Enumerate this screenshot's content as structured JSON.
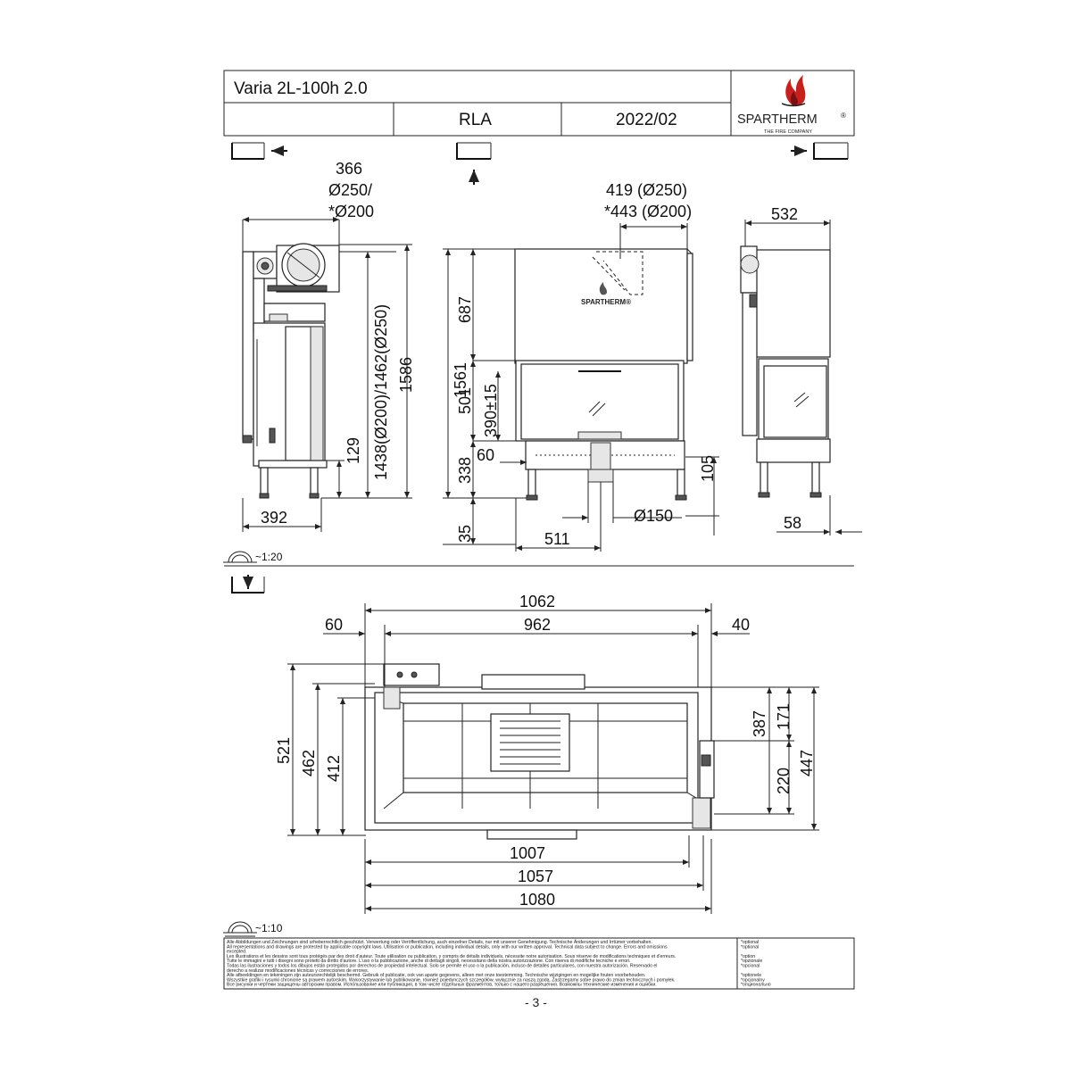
{
  "header": {
    "model": "Varia 2L-100h 2.0",
    "variant": "RLA",
    "date": "2022/02",
    "brand": "SPARTHERM",
    "brand_mark": "®",
    "tagline": "THE FIRE COMPANY"
  },
  "views": {
    "left_side": {
      "top_dim_1": "366",
      "top_dim_2": "Ø250/",
      "top_dim_3": "*Ø200",
      "vertical_flue": "1438(Ø200)/1462(Ø250)",
      "vertical_total": "1586",
      "vertical_small": "129",
      "bottom_width": "392"
    },
    "front": {
      "top_dim_1": "419 (Ø250)",
      "top_dim_2": "*443 (Ø200)",
      "h_687": "687",
      "h_1561": "1561",
      "h_501": "501",
      "h_390": "390±15",
      "h_338": "338",
      "h_60": "60",
      "h_35": "35",
      "h_105": "105",
      "w_511": "511",
      "d_150": "Ø150",
      "stamp": "SPARTHERM®"
    },
    "right_side": {
      "top_width": "532",
      "bottom_58": "58"
    },
    "scale_1": "~1:20",
    "plan": {
      "w_1062": "1062",
      "w_962": "962",
      "w_60": "60",
      "w_40": "40",
      "d_521": "521",
      "d_462": "462",
      "d_412": "412",
      "d_387": "387",
      "d_171": "171",
      "d_220": "220",
      "d_447": "447",
      "w_1007": "1007",
      "w_1057": "1057",
      "w_1080": "1080"
    },
    "scale_2": "~1:10"
  },
  "footer": {
    "disclaimer": [
      "Alle Abbildungen und Zeichnungen sind urheberrechtlich geschützt. Verwertung oder Veröffentlichung, auch einzelner Details, nur mit unserer Genehmigung. Technische Änderungen und Irrtümer vorbehalten.",
      "All representations and drawings are protected by applicable copyright laws. Utilisation or publication, including individual details, only with our written approval. Technical data subject to change. Errors and omissions",
      "excepted.",
      "Les illustrations et les dessins sont tous protégés par des droit d'auteur. Toute utilisation ou publication, y compris de détails individuels, nécessite notre autorisation. Sous réserve de modifications techniques et d'erreurs.",
      "Tutte le immagini e tutti i disegni sono protetti da diritto d'autore. L'uso o la pubblicazione, anche di dettagli singoli, necessitano della nostra autorizzazione.  Con riserva di modifiche tecniche e errori.",
      "Todas las ilustraciones y todos los dibujos están protegidos por derechos de propiedad intelectual. Solo se permite el uso o la publicación, incluso de detalles particulares, con nuestra autorización. Reservado el",
      "derecho a realizar modificaciones técnicas y correcciones de errores.",
      "Alle afbeeldingen en tekeningen zijn auteursrechtelijk beschermd. Gebruik of publicatie, ook van aparte gegevens, alleen met onze toestemming. Technische wijzigingen en mogelijke fouten voorbehouden.",
      "Wszystkie grafiki i rysunki chronione są prawem autorskim.  Wykorzystywanie lub publikowanie,  również pojedynczych szczegółów, wyłącznie za naszą zgodą. Zastrzegamy sobie prawo do zmian technicznych i pomyłek.",
      "Все рисунки и чертежи защищены авторским правом.  Использование или публикация, в том числе отдельных фрагментов, только с нашего разрешения. Возможны технические изменения и ошибки."
    ],
    "optional_notes": [
      "*optional",
      "*optional",
      "",
      "*option",
      "*opzionale",
      "*opcional",
      "",
      "*optionele",
      "*opcjonalny",
      "*опционально"
    ],
    "page_number": "- 3 -"
  },
  "colors": {
    "line": "#222222",
    "flame_red": "#c8201e",
    "flame_dark": "#7a1010"
  },
  "icons": [
    "view-arrow-left-icon",
    "view-arrow-up-icon",
    "view-arrow-right-icon",
    "scale-arc-icon",
    "top-view-arrow-icon",
    "spartherm-flame-icon"
  ]
}
